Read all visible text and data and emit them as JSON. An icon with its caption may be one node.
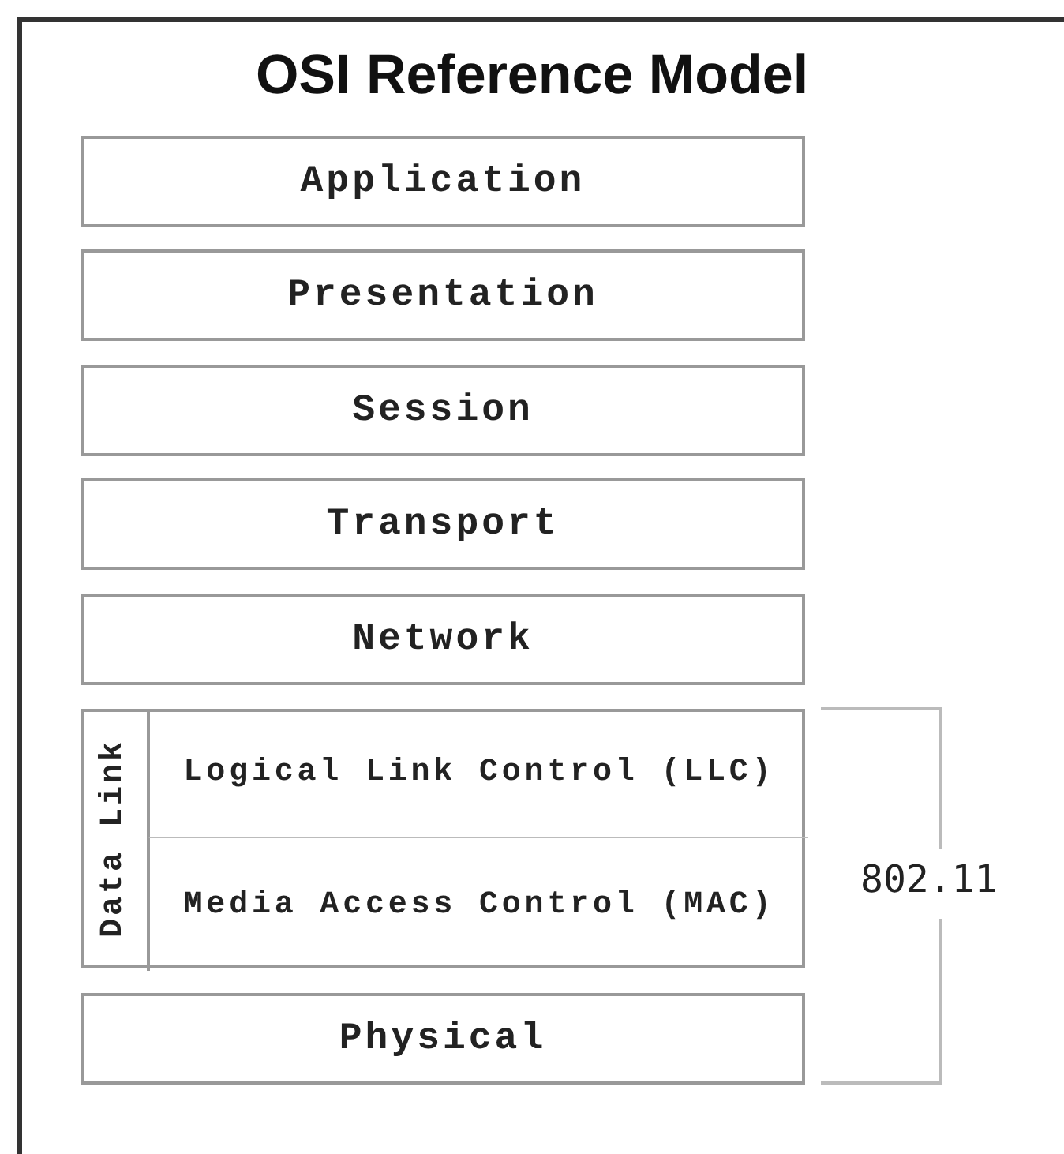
{
  "diagram": {
    "title": "OSI Reference Model",
    "nodes": [
      {
        "text": [
          "Application"
        ]
      },
      {
        "text": [
          "Presentation"
        ]
      },
      {
        "text": [
          "Session"
        ]
      },
      {
        "text": [
          "Transport"
        ]
      },
      {
        "text": [
          "Network"
        ]
      },
      {
        "text": [
          "Data Link"
        ]
      },
      {
        "text": [
          "Logical Link Control (LLC)"
        ],
        "in": 5
      },
      {
        "text": [
          "Media Access Control (MAC)"
        ],
        "in": 5
      },
      {
        "text": [
          "Physical"
        ]
      }
    ],
    "labels": [
      "802.11"
    ]
  }
}
